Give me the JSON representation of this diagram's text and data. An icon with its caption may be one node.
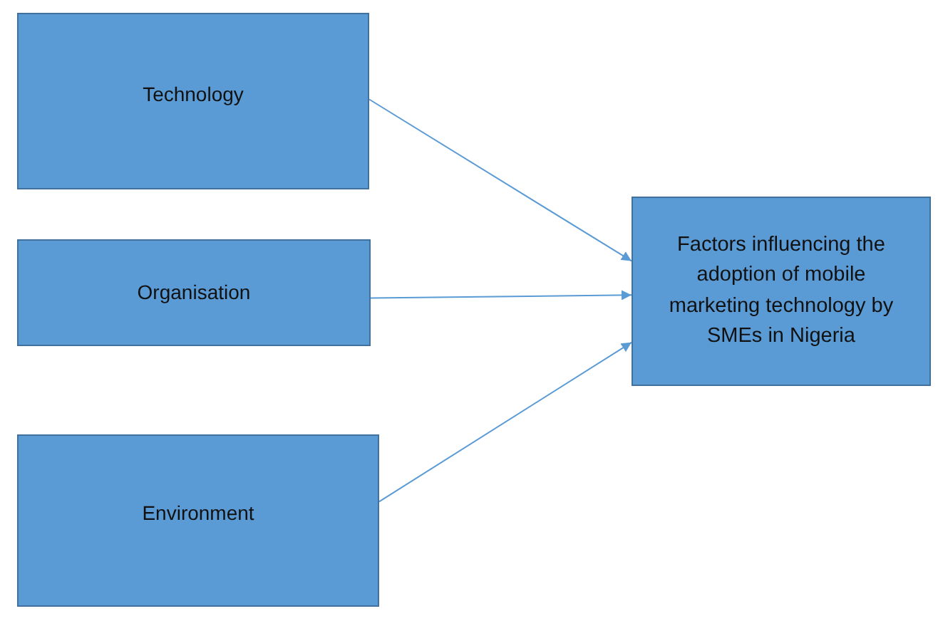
{
  "diagram": {
    "nodes": [
      {
        "text": [
          "Technology"
        ]
      },
      {
        "text": [
          "Organisation"
        ]
      },
      {
        "text": [
          "Environment"
        ]
      },
      {
        "text": [
          "Factors influencing the adoption of mobile marketing technology by SMEs in Nigeria"
        ]
      }
    ],
    "edges": [
      {
        "from": 0,
        "to": 3,
        "arrow": "to"
      },
      {
        "from": 1,
        "to": 3,
        "arrow": "to"
      },
      {
        "from": 2,
        "to": 3,
        "arrow": "to"
      }
    ]
  }
}
